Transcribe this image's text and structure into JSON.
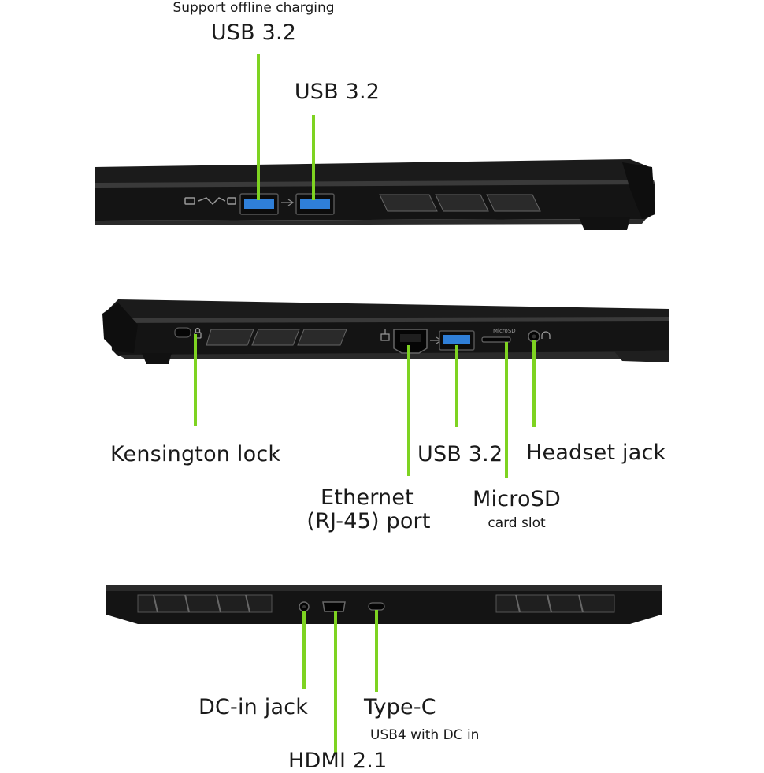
{
  "colors": {
    "leader": "#7ed321",
    "chassis": "#141414",
    "chassis_edge": "#3a3a3a",
    "usb_port": "#2f7fd8",
    "text": "#1a1a1a"
  },
  "icons": [
    "battery-icon",
    "usb-icon",
    "ethernet-icon",
    "lock-icon",
    "headset-icon"
  ],
  "right_side": {
    "usb_offline": {
      "note": "Support offline charging",
      "title": "USB 3.2"
    },
    "usb2": {
      "title": "USB 3.2"
    }
  },
  "left_side": {
    "kensington": "Kensington lock",
    "ethernet": {
      "title": "Ethernet",
      "sub": "(RJ-45) port"
    },
    "usb": "USB 3.2",
    "microsd": {
      "title": "MicroSD",
      "sub": "card slot"
    },
    "headset": "Headset jack",
    "microsd_port_label": "MicroSD"
  },
  "rear": {
    "dc_in": "DC-in jack",
    "hdmi": "HDMI 2.1",
    "typec": {
      "title": "Type-C",
      "sub": "USB4 with DC in"
    }
  }
}
